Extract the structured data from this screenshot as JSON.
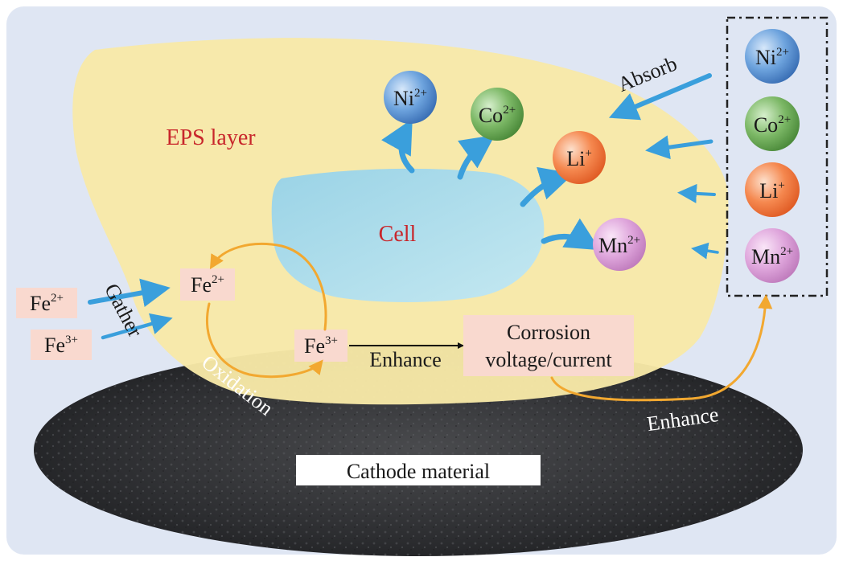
{
  "labels": {
    "eps_layer": "EPS layer",
    "cell": "Cell",
    "absorb": "Absorb",
    "gather": "Gather",
    "oxidation": "Oxidation",
    "enhance_center": "Enhance",
    "enhance_right": "Enhance",
    "corrosion_line1": "Corrosion",
    "corrosion_line2": "voltage/current",
    "cathode": "Cathode material"
  },
  "ions_in_cell": [
    {
      "symbol": "Ni",
      "charge": "2+",
      "color": "#4a86c8"
    },
    {
      "symbol": "Co",
      "charge": "2+",
      "color": "#5b9a4a"
    },
    {
      "symbol": "Li",
      "charge": "+",
      "color": "#ef6f3a"
    },
    {
      "symbol": "Mn",
      "charge": "2+",
      "color": "#d38ed0"
    }
  ],
  "ions_outside": [
    {
      "symbol": "Ni",
      "charge": "2+",
      "color": "#4a86c8"
    },
    {
      "symbol": "Co",
      "charge": "2+",
      "color": "#5b9a4a"
    },
    {
      "symbol": "Li",
      "charge": "+",
      "color": "#ef6f3a"
    },
    {
      "symbol": "Mn",
      "charge": "2+",
      "color": "#d38ed0"
    }
  ],
  "iron": {
    "fe2_left": {
      "symbol": "Fe",
      "charge": "2+"
    },
    "fe3_left": {
      "symbol": "Fe",
      "charge": "3+"
    },
    "fe2_inner": {
      "symbol": "Fe",
      "charge": "2+"
    },
    "fe3_inner": {
      "symbol": "Fe",
      "charge": "3+"
    }
  },
  "colors": {
    "background": "#dfe6f3",
    "eps_layer": "#f8e9a8",
    "cell": "#a9dcea",
    "cathode": "#2a2b2d",
    "arrow_blue": "#3a9fdc",
    "arrow_orange": "#f2a830",
    "label_box": "#f9d9cf",
    "title_red": "#c8262b"
  }
}
